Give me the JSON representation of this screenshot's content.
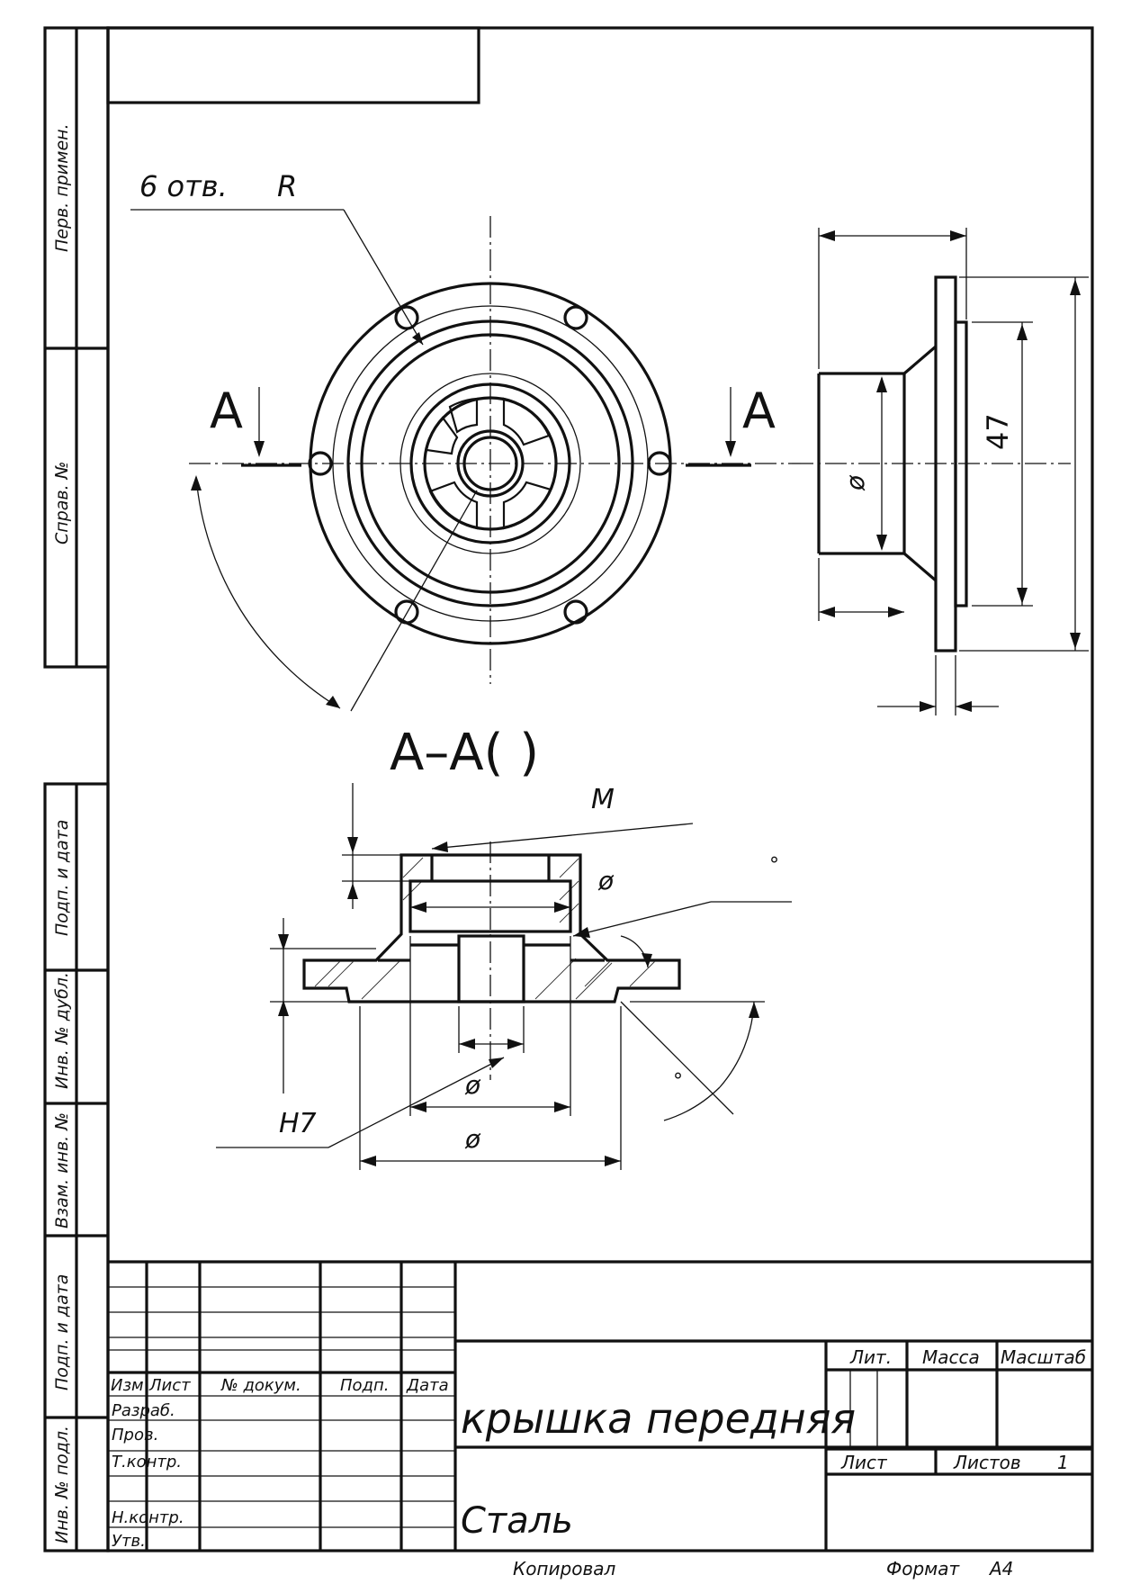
{
  "sidebar_fields": {
    "perv_primen": "Перв. примен.",
    "sprav_no": "Справ. №",
    "podp_data_top": "Подп. и дата",
    "inv_dubl": "Инв. № дубл.",
    "vzam_inv": "Взам. инв. №",
    "podp_data_bottom": "Подп. и дата",
    "inv_podl": "Инв. № подл."
  },
  "drawing": {
    "holes_label": "6 отв.",
    "radius_label": "R",
    "section_mark_left": "А",
    "section_mark_right": "А",
    "section_title": "А–А(    )",
    "diameter_right_view": "ø",
    "dimension_47": "47",
    "thread_label": "М",
    "diameter_sec_top": "ø",
    "degree_mark_top": "°",
    "diameter_sec_inner": "ø",
    "diameter_sec_outer": "ø",
    "fit_label": "Н7",
    "angle_label": "°"
  },
  "title_block": {
    "columns": {
      "izm": "Изм",
      "list": "Лист",
      "doc_no": "№ докум.",
      "podp": "Подп.",
      "data": "Дата"
    },
    "rows": {
      "razrab": "Разраб.",
      "prov": "Пров.",
      "t_kontr": "Т.контр.",
      "n_kontr": "Н.контр.",
      "utv": "Утв."
    },
    "part_name": "крышка передняя",
    "material": "Сталь",
    "lit": "Лит.",
    "massa": "Масса",
    "masshtab": "Масштаб",
    "list_label": "Лист",
    "listov_label": "Листов",
    "listov_value": "1"
  },
  "footer": {
    "kopiroval": "Копировал",
    "format_label": "Формат",
    "format_value": "А4"
  }
}
